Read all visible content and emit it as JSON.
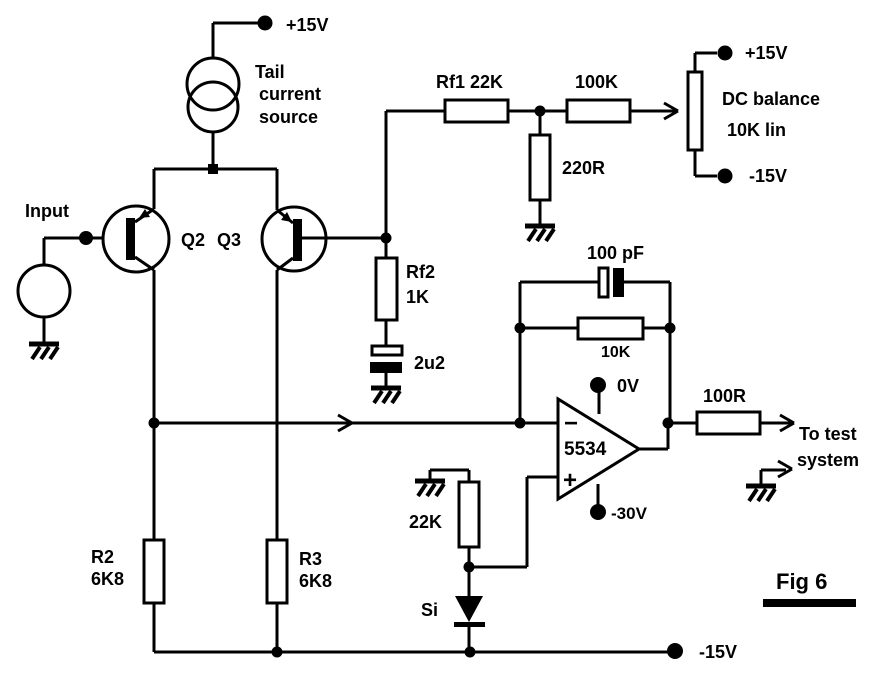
{
  "caption": "Fig 6",
  "supplies": {
    "top_pos": "+15V",
    "pot_pos": "+15V",
    "pot_neg": "-15V",
    "opamp_pos": "0V",
    "opamp_neg": "-30V",
    "bottom_neg": "-15V"
  },
  "input": {
    "label": "Input"
  },
  "tail_source": {
    "line1": "Tail",
    "line2": "current",
    "line3": "source"
  },
  "transistors": {
    "left": "Q2",
    "right": "Q3"
  },
  "resistors": {
    "rf1": "Rf1 22K",
    "r100k": "100K",
    "r220": "220R",
    "rf2_name": "Rf2",
    "rf2_value": "1K",
    "feedback": "10K",
    "output": "100R",
    "bias": "22K",
    "r2_name": "R2",
    "r2_value": "6K8",
    "r3_name": "R3",
    "r3_value": "6K8"
  },
  "capacitors": {
    "coupling": "2u2",
    "feedback": "100 pF"
  },
  "diode": "Si",
  "pot": {
    "name": "DC balance",
    "value": "10K lin"
  },
  "opamp": {
    "part": "5534",
    "inv": "−",
    "noninv": "+"
  },
  "output_dest": {
    "line1": "To test",
    "line2": "system"
  }
}
